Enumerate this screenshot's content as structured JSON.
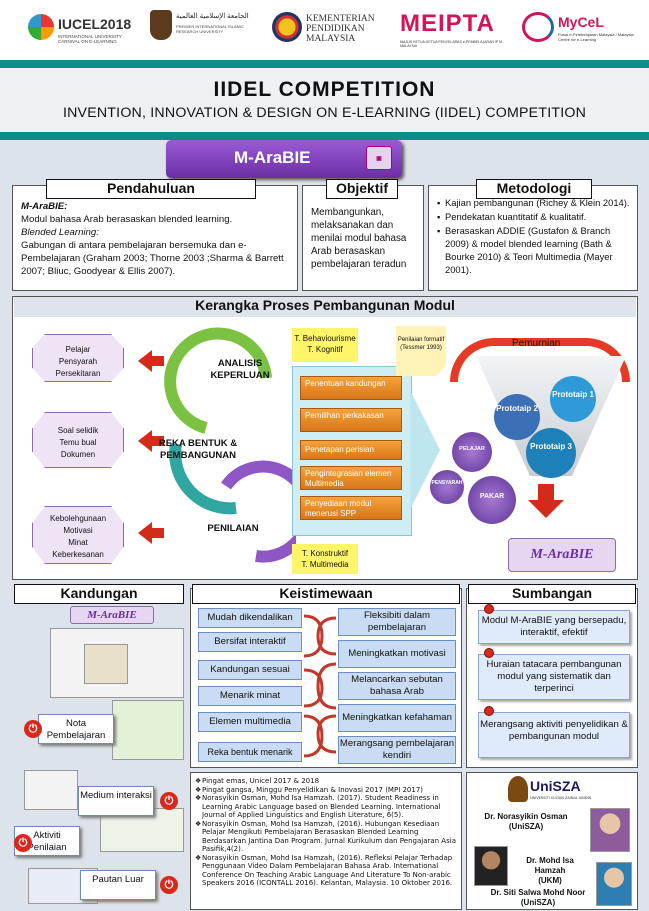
{
  "header": {
    "logos": [
      {
        "name": "IUCEL2018",
        "text": "IUCEL2018",
        "sub": "INTERNATIONAL UNIVERSITY CARNIVAL ON E-LEARNING"
      },
      {
        "name": "USIM",
        "text": "الجامعة الإسلامية العالمية",
        "sub": "PREMIER INTERNATIONAL ISLAMIC RESEARCH UNIVERSITY"
      },
      {
        "name": "KPM",
        "text": "KEMENTERIAN PENDIDIKAN MALAYSIA"
      },
      {
        "name": "MEIPTA",
        "text": "MEIPTA",
        "sub": "MAJLIS KETUA-KETUA PENYELARAS e-PEMBELAJARAN IPTA MALAYSIA"
      },
      {
        "name": "MyCeL",
        "text": "MyCeL",
        "sub": "Pusat e-Pembelajaran Malaysia / Malaysia Centre for e-Learning"
      }
    ]
  },
  "title": "IIDEL COMPETITION",
  "subtitle": "INVENTION, INNOVATION & DESIGN ON E-LEARNING (IIDEL) COMPETITION",
  "banner": "M-AraBIE",
  "pendahuluan": {
    "heading": "Pendahuluan",
    "lines": [
      "M-AraBIE:",
      "Modul bahasa Arab berasaskan blended learning.",
      "Blended Learning:",
      "Gabungan di antara pembelajaran bersemuka dan e-Pembelajaran (Graham 2003; Thorne 2003 ;Sharma & Barrett 2007; Bliuc, Goodyear & Ellis 2007)."
    ]
  },
  "objektif": {
    "heading": "Objektif",
    "text": "Membangunkan, melaksanakan dan menilai modul bahasa Arab berasaskan pembelajaran teradun"
  },
  "metodologi": {
    "heading": "Metodologi",
    "items": [
      "Kajian pembangunan (Richey & Klein 2014).",
      "Pendekatan kuantitatif & kualitatif.",
      "Berasaskan ADDIE (Gustafon & Branch 2009) & model blended learning (Bath & Bourke 2010) & Teori Multimedia (Mayer 2001)."
    ]
  },
  "kerangka": {
    "heading": "Kerangka Proses Pembangunan Modul",
    "left_boxes": [
      [
        "Pelajar",
        "Pensyarah",
        "Persekitaran"
      ],
      [
        "Soal selidik",
        "Temu bual",
        "Dokumen"
      ],
      [
        "Kebolehgunaan",
        "Motivasi",
        "Minat",
        "Keberkesanan"
      ]
    ],
    "cycle": [
      "ANALISIS KEPERLUAN",
      "REKA BENTUK & PEMBANGUNAN",
      "PENILAIAN"
    ],
    "theory_top": [
      "T. Behaviourisme",
      "T. Kognitif"
    ],
    "theory_bottom": [
      "T. Konstruktif",
      "T. Multimedia"
    ],
    "steps": [
      "Penentuan kandungan",
      "Pemilihan perkakasan",
      "Penetapan perisian",
      "Pengintegrasian elemen Multimedia",
      "Penyediaan modul menerusi SPP"
    ],
    "formatif": "Penilaian formatif (Tessmer 1993)",
    "pemurnian": "Pemurnian",
    "prototaip": [
      "Prototaip 1",
      "Prototaip 2",
      "Prototaip 3"
    ],
    "roles": [
      "PELAJAR",
      "PENSYARAH",
      "PAKAR"
    ],
    "product": "M-AraBIE"
  },
  "kandungan": {
    "heading": "Kandungan",
    "logo": "M-AraBIE",
    "nav": [
      "Nota Pembelajaran",
      "Medium interaksi",
      "Aktiviti Penilaian",
      "Pautan Luar"
    ]
  },
  "keistimewaan": {
    "heading": "Keistimewaan",
    "left": [
      "Mudah dikendalikan",
      "Bersifat interaktif",
      "Kandungan  sesuai",
      "Menarik minat",
      "Elemen multimedia",
      "Reka bentuk menarik"
    ],
    "right": [
      "Fleksibiti dalam pembelajaran",
      "Meningkatkan motivasi",
      "Melancarkan sebutan bahasa Arab",
      "Meningkatkan kefahaman",
      "Merangsang pembelajaran kendiri"
    ]
  },
  "sumbangan": {
    "heading": "Sumbangan",
    "items": [
      "Modul  M-AraBIE yang bersepadu, interaktif, efektif",
      "Huraian tatacara pembangunan modul yang sistematik dan terperinci",
      "Merangsang aktiviti penyelidikan & pembangunan modul"
    ]
  },
  "references": [
    "Pingat emas, Unicel 2017 & 2018",
    "Pingat gangsa, Minggu Penyelidikan & Inovasi 2017 (MPI 2017)",
    "Norasyikin Osman, Mohd Isa Hamzah. (2017). Student Readiness in Learning Arabic Language based on Blended Learning. International Journal of Applied Linguistics and English Literature, 6(5).",
    "Norasyikin Osman, Mohd Isa Hamzah, (2016). Hubungan Kesediaan Pelajar Mengikuti Pembelajaran Berasaskan Blended Learning Berdasarkan Jantina Dan Program. Jurnal Kurikulum dan Pengajaran Asia Pasifik,4(2).",
    "Norasyikin Osman, Mohd Isa Hamzah, (2016).  Refleksi Pelajar Terhadap Penggunaan Video Dalam Pembelajaran Bahasa Arab. International Conference On Teaching Arabic Language And Literature To Non-arabic Speakers 2016 (ICONTALL 2016). Kelantan, Malaysia. 10 Oktober 2016."
  ],
  "authors": {
    "university": "UniSZA",
    "university_sub": "UNIVERSITI SULTAN ZAINAL ABIDIN",
    "people": [
      {
        "name": "Dr. Norasyikin Osman",
        "inst": "(UniSZA)"
      },
      {
        "name": "Dr. Mohd Isa Hamzah",
        "inst": "(UKM)"
      },
      {
        "name": "Dr. Siti Salwa Mohd Noor",
        "inst": "(UniSZA)"
      }
    ]
  }
}
